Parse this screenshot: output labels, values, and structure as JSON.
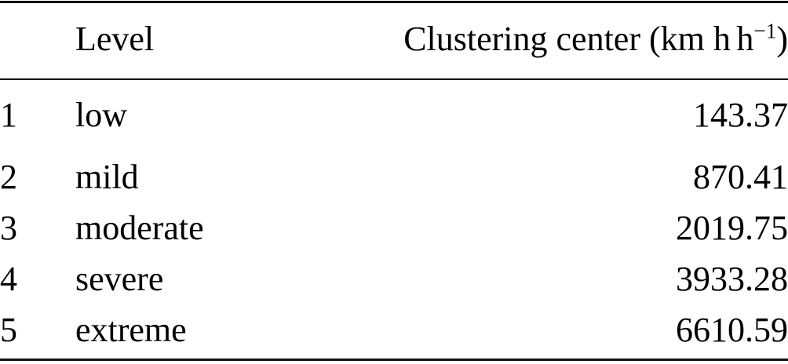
{
  "table": {
    "caption_visible": false,
    "columns": {
      "index_header": "",
      "level_header": "Level",
      "value_header_text": "Clustering center (km h",
      "value_header_unit_exponent": "−1",
      "value_header_close": ")"
    },
    "rows": [
      {
        "index": "1",
        "level": "low",
        "clustering_center": "143.37"
      },
      {
        "index": "2",
        "level": "mild",
        "clustering_center": "870.41"
      },
      {
        "index": "3",
        "level": "moderate",
        "clustering_center": "2019.75"
      },
      {
        "index": "4",
        "level": "severe",
        "clustering_center": "3933.28"
      },
      {
        "index": "5",
        "level": "extreme",
        "clustering_center": "6610.59"
      }
    ]
  },
  "style": {
    "rule_color": "#111111",
    "text_color": "#000000",
    "background": "#ffffff"
  }
}
